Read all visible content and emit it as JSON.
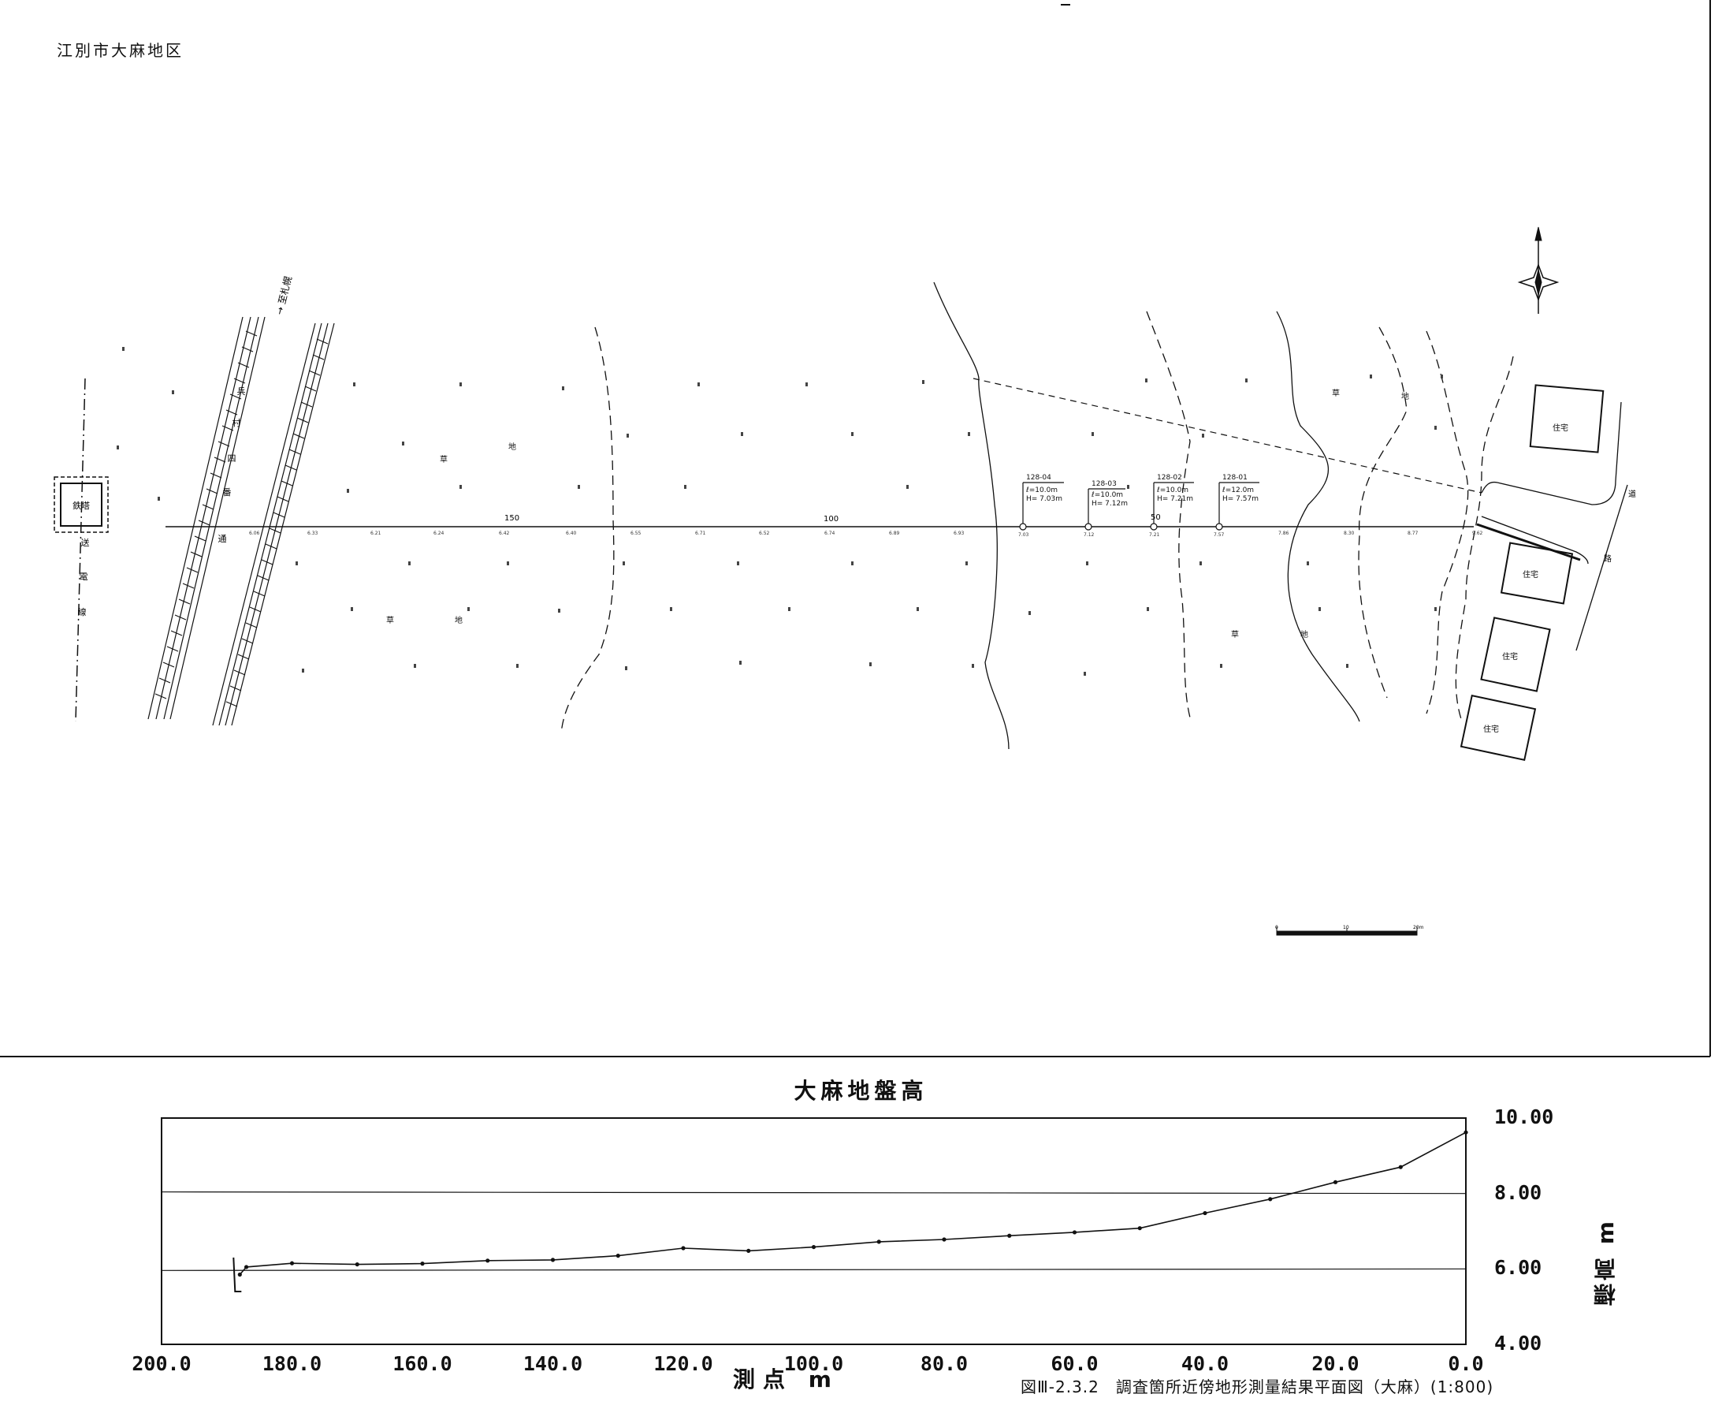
{
  "region_title": "江別市大麻地区",
  "plan": {
    "labels": {
      "tower": "鉄塔",
      "power_line": "送電線",
      "road_vertical": "兵村四番通",
      "grass": "草地",
      "house": "住宅",
      "road": "道路",
      "station_150": "150",
      "station_100": "100",
      "station_50": "50",
      "north_arrow_text": "至札幌"
    },
    "boreholes": [
      {
        "id": "128-04",
        "l": "ℓ=10.0m",
        "h": "H= 7.03m"
      },
      {
        "id": "128-03",
        "l": "ℓ=10.0m",
        "h": "H= 7.12m"
      },
      {
        "id": "128-02",
        "l": "ℓ=10.0m",
        "h": "H= 7.21m"
      },
      {
        "id": "128-01",
        "l": "ℓ=12.0m",
        "h": "H= 7.57m"
      }
    ]
  },
  "chart_data": {
    "type": "line",
    "title": "大麻地盤高",
    "xlabel": "測点 m",
    "ylabel": "標高 m",
    "x_ticks": [
      "200.0",
      "180.0",
      "160.0",
      "140.0",
      "120.0",
      "100.0",
      "80.0",
      "60.0",
      "40.0",
      "20.0",
      "0.0"
    ],
    "y_ticks": [
      "4.00",
      "6.00",
      "8.00",
      "10.00"
    ],
    "xlim": [
      200,
      0
    ],
    "ylim": [
      4,
      10
    ],
    "reference_lines_y": [
      6.0,
      8.0
    ],
    "series": [
      {
        "x": [
          188,
          187,
          180,
          170,
          160,
          150,
          140,
          130,
          120,
          110,
          100,
          90,
          80,
          70,
          60,
          50,
          40,
          30,
          20,
          10,
          0
        ],
        "y": [
          5.85,
          6.05,
          6.15,
          6.12,
          6.14,
          6.22,
          6.24,
          6.35,
          6.55,
          6.48,
          6.58,
          6.72,
          6.78,
          6.88,
          6.97,
          7.08,
          7.48,
          7.85,
          8.3,
          8.7,
          9.62
        ]
      }
    ]
  },
  "figure_caption": "図Ⅲ-2.3.2　調査箇所近傍地形測量結果平面図（大麻）(1:800)"
}
